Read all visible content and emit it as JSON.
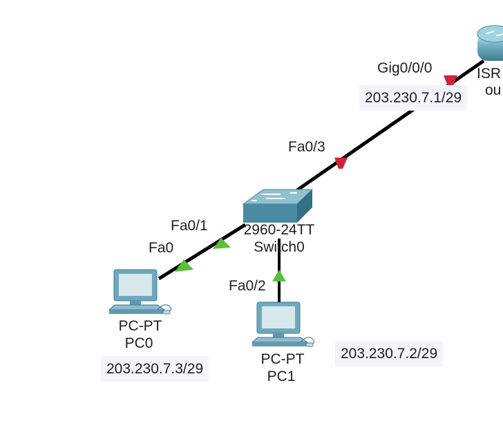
{
  "devices": {
    "router": {
      "label_partial": "ISR",
      "sublabel_partial": "ou"
    },
    "switch": {
      "model": "2960-24TT",
      "name": "Switch0"
    },
    "pc0": {
      "model": "PC-PT",
      "name": "PC0",
      "ip": "203.230.7.3/29"
    },
    "pc1": {
      "model": "PC-PT",
      "name": "PC1",
      "ip": "203.230.7.2/29"
    }
  },
  "ports": {
    "router_gig": "Gig0/0/0",
    "switch_fa03": "Fa0/3",
    "switch_fa01": "Fa0/1",
    "pc0_fa0": "Fa0",
    "switch_fa02": "Fa0/2"
  },
  "router_ip": "203.230.7.1/29",
  "colors": {
    "link": "#000000",
    "port_down": "#d2213a",
    "port_up": "#5cbf3a",
    "ip_box": "#f3f4fb"
  }
}
